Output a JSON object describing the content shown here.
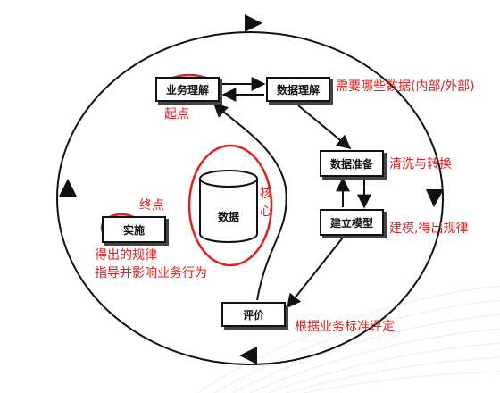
{
  "boxes": {
    "business": "业务理解",
    "data_understanding": "数据理解",
    "data_prep": "数据准备",
    "modeling": "建立模型",
    "evaluation": "评价",
    "deployment": "实施",
    "database": "数据"
  },
  "notes": {
    "start": "起点",
    "end": "终点",
    "data_need": "需要哪些数据(内部/外部)",
    "cleaning": "清洗与转换",
    "modeling_note": "建模,得出规律",
    "evaluation_note": "根据业务标准评定",
    "deploy_line1": "得出的规律",
    "deploy_line2": "指导并影响业务行为",
    "core_1": "核",
    "core_2": "心"
  },
  "colors": {
    "annotation": "#e02020",
    "stroke": "#111111"
  }
}
